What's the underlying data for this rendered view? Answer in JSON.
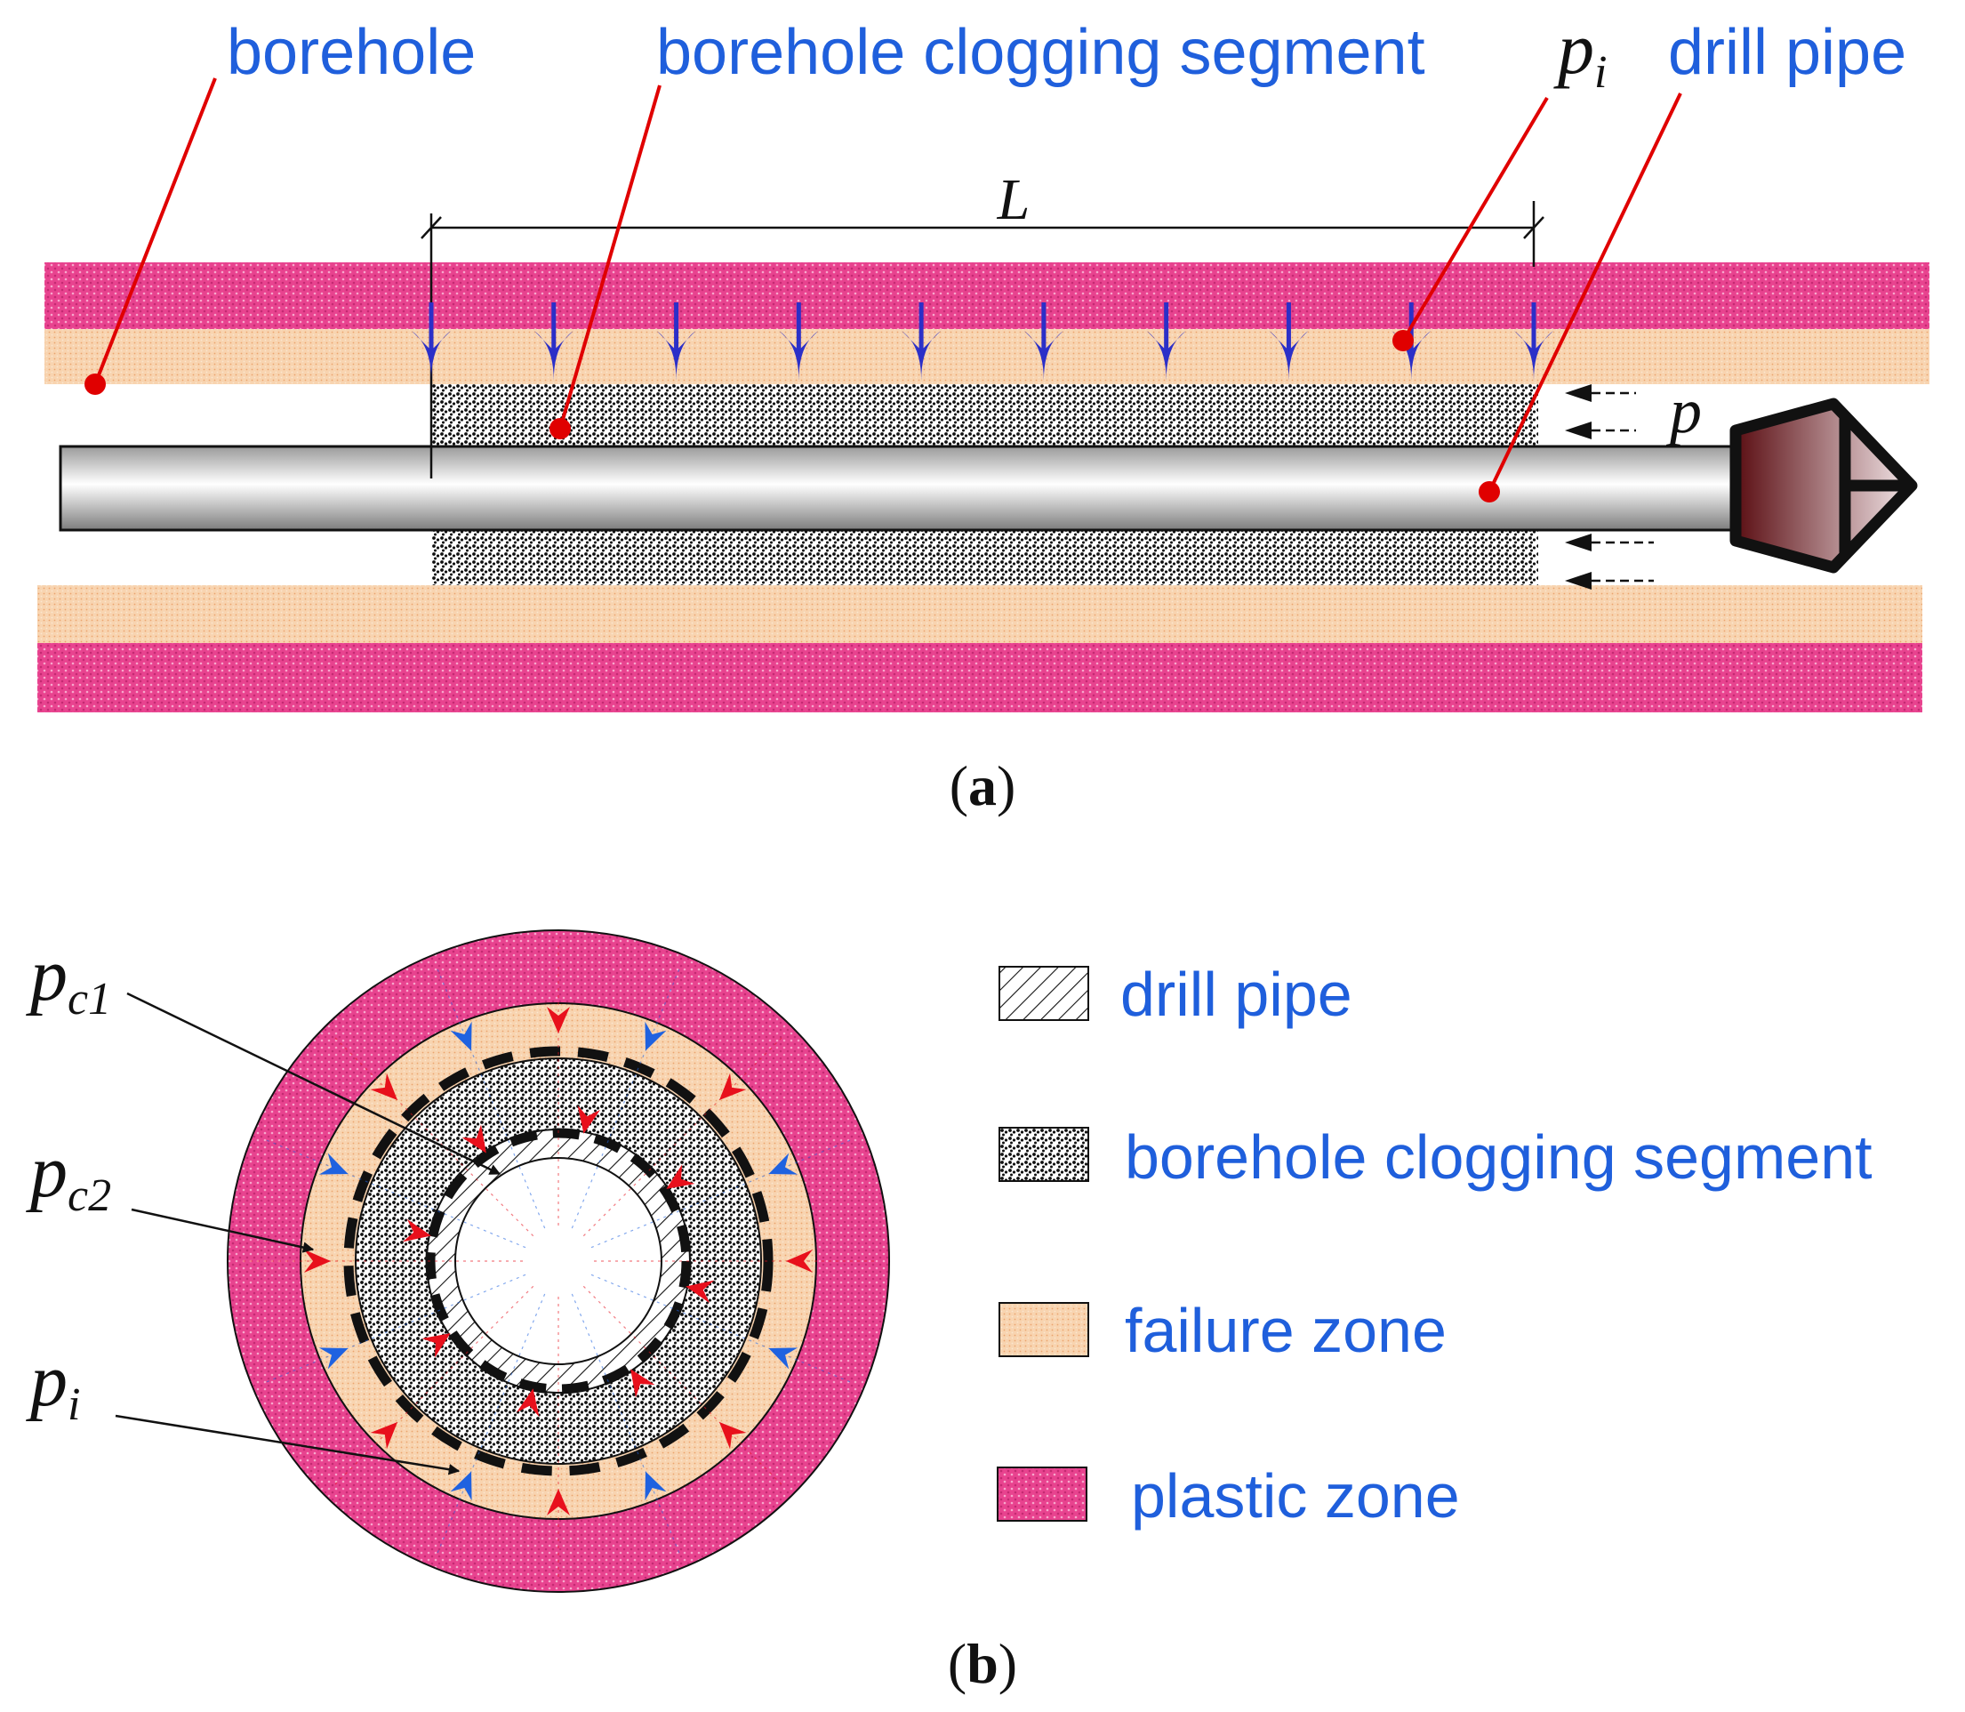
{
  "panel_a": {
    "label_open": "(",
    "label_letter": "a",
    "label_close": ")",
    "callouts": {
      "borehole": "borehole",
      "clogging": "borehole clogging segment",
      "drill_pipe": "drill pipe"
    },
    "symbols": {
      "p_i_base": "p",
      "p_i_sub": "i",
      "length": "L",
      "p": "p"
    }
  },
  "panel_b": {
    "label_open": "(",
    "label_letter": "b",
    "label_close": ")",
    "symbols": {
      "pc1_base": "p",
      "pc1_sub": "c1",
      "pc2_base": "p",
      "pc2_sub": "c2",
      "pi_base": "p",
      "pi_sub": "i"
    },
    "legend": [
      {
        "label": "drill pipe",
        "swatch": "hatch"
      },
      {
        "label": "borehole clogging segment",
        "swatch": "dots"
      },
      {
        "label": "failure zone",
        "swatch": "failure"
      },
      {
        "label": "plastic zone",
        "swatch": "plastic"
      }
    ]
  },
  "colors": {
    "plastic_zone": "#e8438f",
    "failure_zone": "#f8d4b0",
    "callout_text": "#1f5fdc",
    "leader": "#e00000",
    "load_arrow": "#2b2fc8",
    "red_arrow": "#e8101c",
    "blue_arrow": "#1f62e0"
  }
}
